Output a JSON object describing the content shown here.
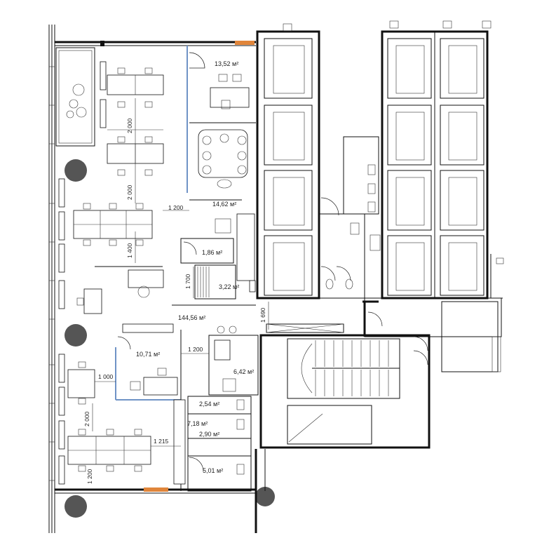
{
  "plan": {
    "room_areas": {
      "office_top": "13,52 м²",
      "meeting": "14,62 м²",
      "small_room": "1,86 м²",
      "storage": "3,22 м²",
      "open_space": "144,56 м²",
      "manager_office": "10,71 м²",
      "kitchen": "6,42 м²",
      "wc_1": "2,54 м²",
      "corridor": "7,18 м²",
      "wc_2": "2,90 м²",
      "wc_3": "5,01 м²"
    },
    "dimensions": {
      "d_2000_top": "2 000",
      "d_2000_mid": "2 000",
      "d_1200_a": "1 200",
      "d_1400": "1 400",
      "d_1700": "1 700",
      "d_1690": "1 690",
      "d_1200_b": "1 200",
      "d_1000": "1 000",
      "d_2000_bottom": "2 000",
      "d_1215": "1 215",
      "d_1200_c": "1 200"
    },
    "colors": {
      "glass_partition": "#6f93c6",
      "door_accent": "#e0853a",
      "column": "#555555"
    }
  }
}
